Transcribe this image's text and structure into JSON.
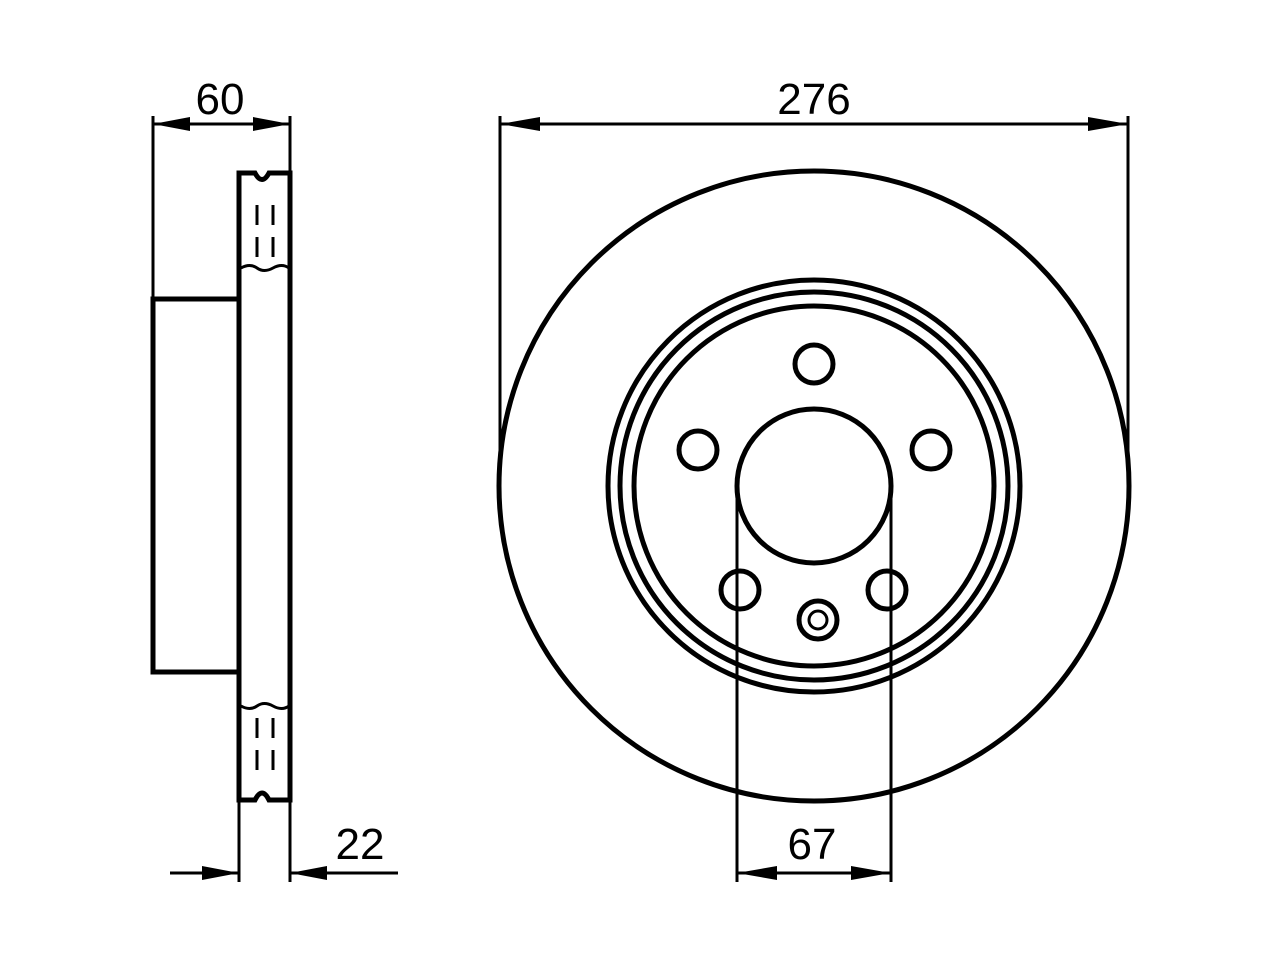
{
  "dimensions": {
    "hub_width": "60",
    "outer_diameter": "276",
    "disc_thickness": "22",
    "center_bore": "67"
  }
}
